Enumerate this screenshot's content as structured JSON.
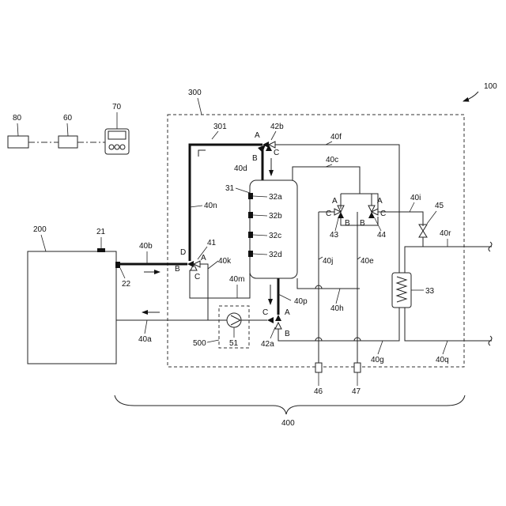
{
  "labels": {
    "system": "100",
    "heat_source": "200",
    "unit": "300",
    "circuit": "301",
    "piping_group": "400",
    "pump_unit": "500",
    "module_80": "80",
    "module_60": "60",
    "remote": "70",
    "sensor_21": "21",
    "sensor_22": "22",
    "tank": "31",
    "tank_sensors": [
      "32a",
      "32b",
      "32c",
      "32d"
    ],
    "heat_exchanger": "33",
    "valve_41": "41",
    "valve_42a": "42a",
    "valve_42b": "42b",
    "valve_43": "43",
    "valve_44": "44",
    "valve_45": "45",
    "pump": "51",
    "port_46": "46",
    "port_47": "47",
    "pipes": {
      "a": "40a",
      "b": "40b",
      "c": "40c",
      "d": "40d",
      "e": "40e",
      "f": "40f",
      "g": "40g",
      "h": "40h",
      "i": "40i",
      "j": "40j",
      "k": "40k",
      "m": "40m",
      "n": "40n",
      "p": "40p",
      "q": "40q",
      "r": "40r"
    },
    "ports": {
      "A": "A",
      "B": "B",
      "C": "C",
      "D": "D"
    }
  }
}
